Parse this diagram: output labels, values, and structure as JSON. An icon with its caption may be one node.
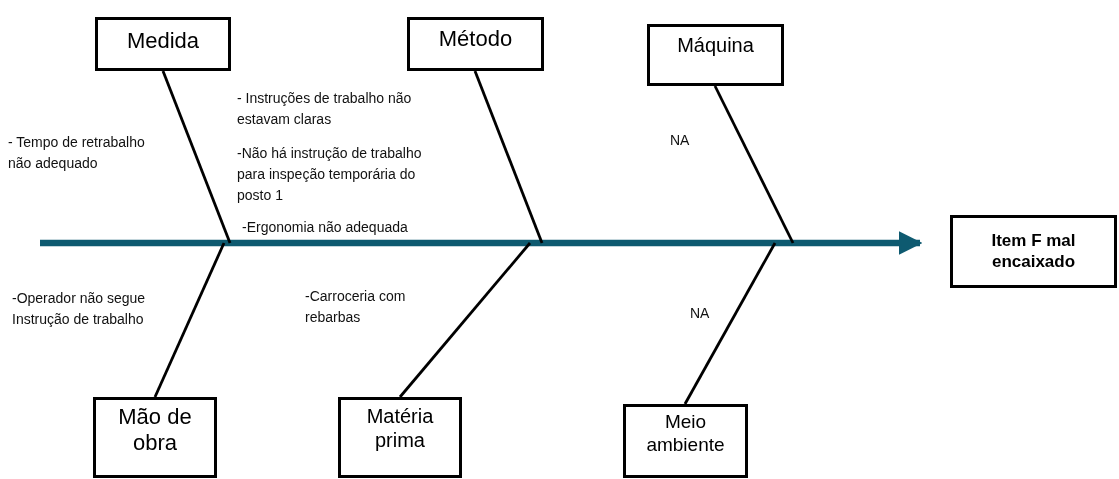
{
  "diagram": {
    "nodes": [
      {
        "text": [
          "Medida"
        ]
      },
      {
        "text": [
          "Método"
        ]
      },
      {
        "text": [
          "Máquina"
        ]
      },
      {
        "text": [
          "Mão de obra"
        ]
      },
      {
        "text": [
          "Matéria prima"
        ]
      },
      {
        "text": [
          "Meio ambiente"
        ]
      },
      {
        "text": [
          "Item F mal encaixado"
        ]
      }
    ],
    "edges": [
      {
        "from": null,
        "to": 6,
        "arrow": "to",
        "style": "thick",
        "color": "#0e5a70"
      },
      {
        "from": 0,
        "to": null,
        "arrow": "none"
      },
      {
        "from": 1,
        "to": null,
        "arrow": "none"
      },
      {
        "from": 2,
        "to": null,
        "arrow": "none"
      },
      {
        "from": 3,
        "to": null,
        "arrow": "none"
      },
      {
        "from": 4,
        "to": null,
        "arrow": "none"
      },
      {
        "from": 5,
        "to": null,
        "arrow": "none"
      }
    ],
    "labels": [
      "- Tempo de retrabalho não adequado",
      "- Instruções de trabalho não estavam claras",
      "-Não há instrução de trabalho para inspeção temporária do posto 1",
      "NA",
      "-Ergonomia não adequada",
      "-Operador não segue Instrução de trabalho",
      "-Carroceria com rebarbas",
      "NA"
    ]
  }
}
